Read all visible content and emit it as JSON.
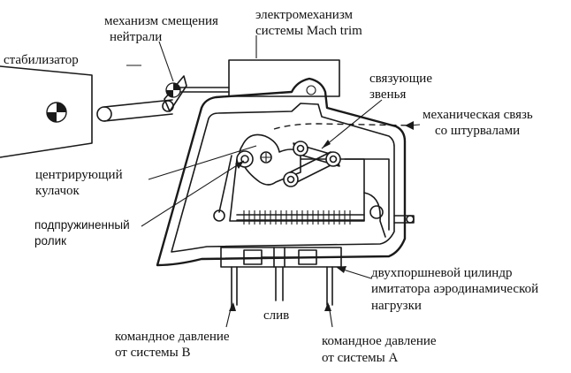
{
  "labels": {
    "stabilizer": "стабилизатор",
    "neutral_shift_mechanism": [
      "механизм смещения",
      "нейтрали"
    ],
    "mach_trim": [
      "электромеханизм",
      "системы Mach trim"
    ],
    "linking_links": [
      "связующие",
      "звенья"
    ],
    "mechanical_link": [
      "механическая связь",
      "со штурвалами"
    ],
    "centering_cam": [
      "центрирующий",
      "кулачок"
    ],
    "spring_roller": [
      "подпружиненный",
      "ролик"
    ],
    "twin_piston": [
      "двухпоршневой цилиндр",
      "имитатора аэродинамической",
      "нагрузки"
    ],
    "drain": "слив",
    "pressure_b": [
      "командное давление",
      "от системы B"
    ],
    "pressure_a": [
      "командное давление",
      "от системы A"
    ]
  }
}
